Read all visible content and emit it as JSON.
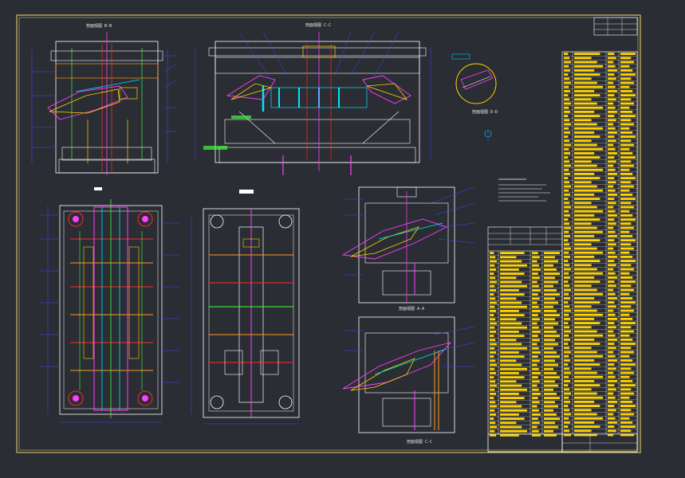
{
  "colors": {
    "background": "#2a2d33",
    "frame": "#f5d67a",
    "linework": "#ffffff",
    "dimension": "#3a4bff",
    "cyan": "#00e5ff",
    "magenta": "#ff40ff",
    "green": "#3cff3c",
    "red": "#ff2a2a",
    "yellow": "#ffd400",
    "orange": "#ff9a1f"
  },
  "drawing": {
    "view_labels": {
      "top_left": "B-B",
      "top_middle": "C-C",
      "detail": "D-D",
      "right_lower": "A-A",
      "right_bottom": "C-C"
    },
    "notes_heading": "",
    "title_block_label": ""
  }
}
